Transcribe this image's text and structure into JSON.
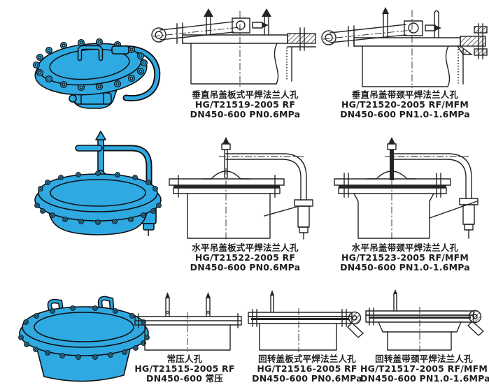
{
  "page": {
    "background": "#ffffff",
    "accent_blue": "#2fa9e2",
    "line_color": "#242424"
  },
  "products": [
    {
      "name": "垂直吊盖板式平焊法兰人孔",
      "standard": "HG/T21519-2005 RF",
      "spec": "DN450-600 PN0.6MPa"
    },
    {
      "name": "垂直吊盖带颈平焊法兰人孔",
      "standard": "HG/T21520-2005 RF/MFM",
      "spec": "DN450-600 PN1.0-1.6MPa"
    },
    {
      "name": "水平吊盖板式平焊法兰人孔",
      "standard": "HG/T21522-2005 RF",
      "spec": "DN450-600 PN0.6MPa"
    },
    {
      "name": "水平吊盖带颈平焊法兰人孔",
      "standard": "HG/T21523-2005 RF/MFM",
      "spec": "DN450-600 PN1.0-1.6MPa"
    },
    {
      "name": "常压人孔",
      "standard": "HG/T21515-2005 RF",
      "spec": "DN450-600 常压"
    },
    {
      "name": "回转盖板式平焊法兰人孔",
      "standard": "HG/T21516-2005 RF",
      "spec": "DN450-600 PN0.6MPa"
    },
    {
      "name": "回转盖带颈平焊法兰人孔",
      "standard": "HG/T21517-2005 RF/MFM",
      "spec": "DN450-600 PN1.0-1.6MPa"
    }
  ]
}
